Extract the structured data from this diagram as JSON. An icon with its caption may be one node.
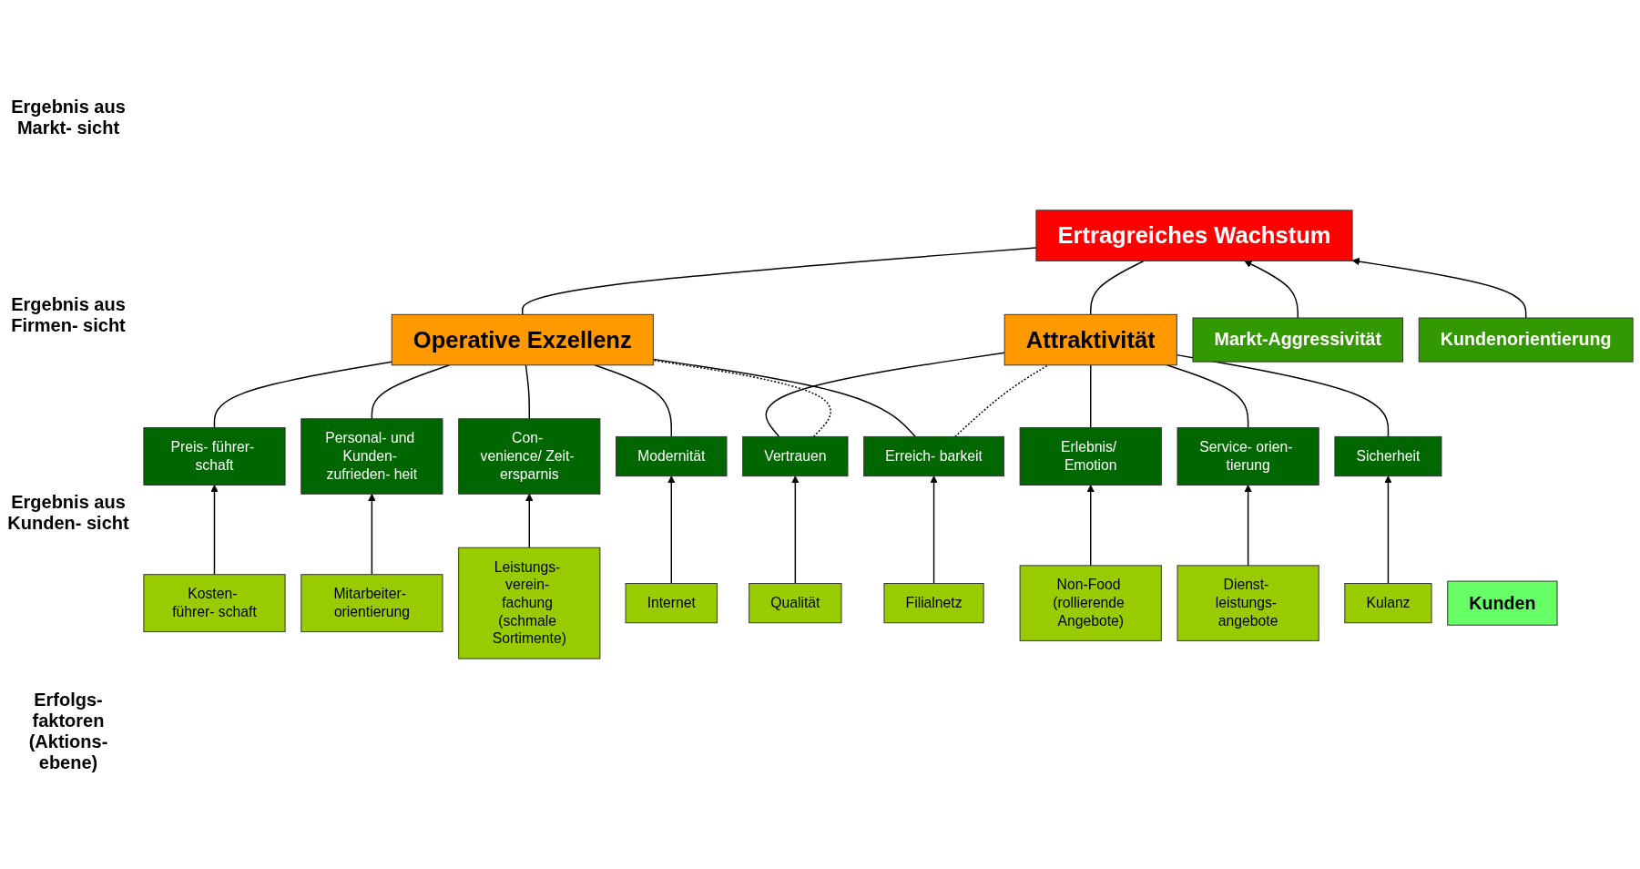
{
  "diagram": {
    "nodes": [
      {
        "text": [
          "Ertragreiches Wachstum"
        ]
      },
      {
        "text": [
          "Operative Exzellenz"
        ]
      },
      {
        "text": [
          "Attraktivität"
        ]
      },
      {
        "text": [
          "Markt-Aggressivität"
        ]
      },
      {
        "text": [
          "Preis- führer- schaft"
        ]
      },
      {
        "text": [
          "Personal- und Kunden- zufrieden- heit"
        ]
      },
      {
        "text": [
          "Con- venience/ Zeit- ersparnis"
        ]
      },
      {
        "text": [
          "Erreich- barkeit"
        ]
      },
      {
        "text": [
          "Modernität"
        ]
      },
      {
        "text": [
          "Vertrauen"
        ]
      },
      {
        "text": [
          "Erlebnis/ Emotion"
        ]
      },
      {
        "text": [
          "Service- orien- tierung"
        ]
      },
      {
        "text": [
          "Sicherheit"
        ]
      },
      {
        "text": [
          "Kundenorientierung"
        ]
      },
      {
        "text": [
          "Kosten- führer- schaft"
        ]
      },
      {
        "text": [
          "Mitarbeiter- orientierung"
        ]
      },
      {
        "text": [
          "Leistungs- verein- fachung (schmale Sortimente)"
        ]
      },
      {
        "text": [
          "Filialnetz"
        ]
      },
      {
        "text": [
          "Internet"
        ]
      },
      {
        "text": [
          "Qualität"
        ]
      },
      {
        "text": [
          "Non-Food (rollierende Angebote)"
        ]
      },
      {
        "text": [
          "Dienst- leistungs- angebote"
        ]
      },
      {
        "text": [
          "Kulanz"
        ]
      },
      {
        "text": [
          "Kunden"
        ]
      }
    ],
    "edges": [
      {
        "from": 14,
        "to": 4,
        "arrow": "to"
      },
      {
        "from": 15,
        "to": 5,
        "arrow": "to"
      },
      {
        "from": 16,
        "to": 6,
        "arrow": "to"
      },
      {
        "from": 17,
        "to": 7,
        "arrow": "to"
      },
      {
        "from": 18,
        "to": 8,
        "arrow": "to"
      },
      {
        "from": 19,
        "to": 9,
        "arrow": "to"
      },
      {
        "from": 20,
        "to": 10,
        "arrow": "to"
      },
      {
        "from": 21,
        "to": 11,
        "arrow": "to"
      },
      {
        "from": 22,
        "to": 12,
        "arrow": "to"
      },
      {
        "from": 3,
        "to": 0,
        "arrow": "to"
      },
      {
        "from": 1,
        "to": 0,
        "arrow": "none"
      },
      {
        "from": 2,
        "to": 0,
        "arrow": "none"
      },
      {
        "from": 13,
        "to": 0,
        "arrow": "to"
      },
      {
        "from": 4,
        "to": 1,
        "arrow": "none"
      },
      {
        "from": 5,
        "to": 1,
        "arrow": "none"
      },
      {
        "from": 6,
        "to": 1,
        "arrow": "none"
      },
      {
        "from": 7,
        "to": 1,
        "arrow": "none"
      },
      {
        "from": 8,
        "to": 1,
        "arrow": "none"
      },
      {
        "from": 9,
        "to": 2,
        "arrow": "none"
      },
      {
        "from": 10,
        "to": 2,
        "arrow": "none"
      },
      {
        "from": 11,
        "to": 2,
        "arrow": "none"
      },
      {
        "from": 12,
        "to": 2,
        "arrow": "none"
      },
      {
        "from": 9,
        "to": 1,
        "arrow": "none",
        "style": "dashed"
      },
      {
        "from": 7,
        "to": 2,
        "arrow": "none",
        "style": "dashed"
      }
    ],
    "labels": [
      "Ergebnis aus Markt- sicht",
      "Ergebnis aus Firmen- sicht",
      "Ergebnis aus Kunden- sicht",
      "Erfolgs- faktoren (Aktions- ebene)"
    ]
  }
}
